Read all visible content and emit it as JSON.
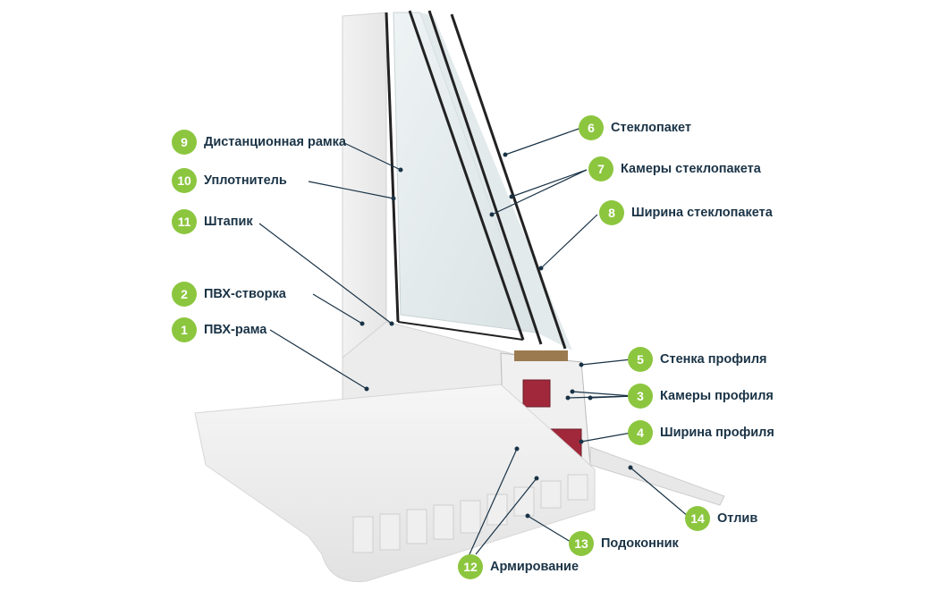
{
  "colors": {
    "badge": "#8cc63f",
    "label": "#1a3346",
    "leader": "#1a3346",
    "reinforcement": "#a0283a"
  },
  "callouts": [
    {
      "num": "9",
      "text": "Дистанционная рамка"
    },
    {
      "num": "10",
      "text": "Уплотнитель"
    },
    {
      "num": "11",
      "text": "Штапик"
    },
    {
      "num": "2",
      "text": "ПВХ-створка"
    },
    {
      "num": "1",
      "text": "ПВХ-рама"
    },
    {
      "num": "6",
      "text": "Стеклопакет"
    },
    {
      "num": "7",
      "text": "Камеры стеклопакета"
    },
    {
      "num": "8",
      "text": "Ширина стеклопакета"
    },
    {
      "num": "5",
      "text": "Стенка профиля"
    },
    {
      "num": "3",
      "text": "Камеры профиля"
    },
    {
      "num": "4",
      "text": "Ширина профиля"
    },
    {
      "num": "14",
      "text": "Отлив"
    },
    {
      "num": "13",
      "text": "Подоконник"
    },
    {
      "num": "12",
      "text": "Армирование"
    }
  ]
}
